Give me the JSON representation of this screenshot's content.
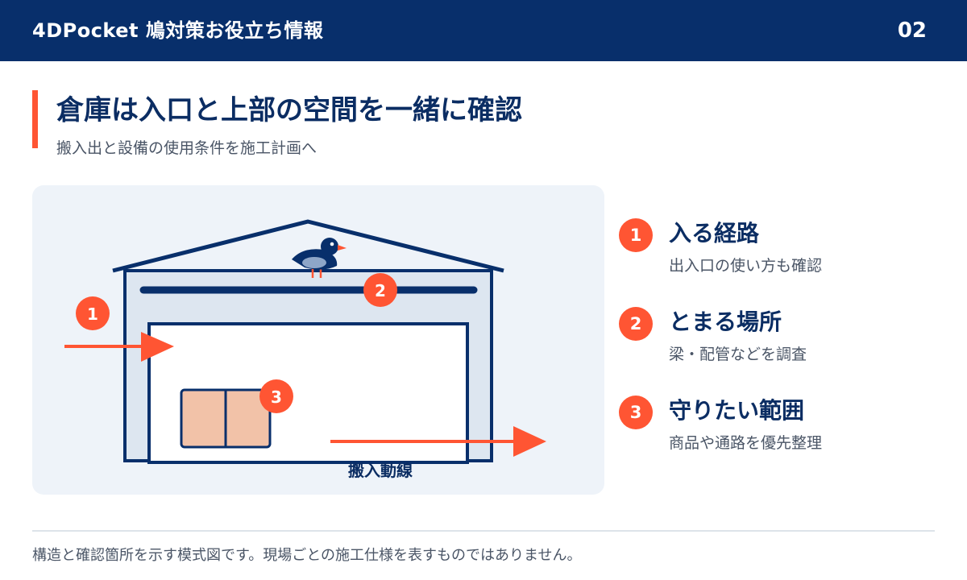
{
  "header": {
    "title": "4DPocket 鳩対策お役立ち情報",
    "page_number": "02"
  },
  "main": {
    "title": "倉庫は入口と上部の空間を一緒に確認",
    "subtitle": "搬入出と設備の使用条件を施工計画へ"
  },
  "diagram": {
    "markers": [
      "1",
      "2",
      "3"
    ],
    "route_label": "搬入動線"
  },
  "legend": [
    {
      "num": "1",
      "title": "入る経路",
      "desc": "出入口の使い方も確認"
    },
    {
      "num": "2",
      "title": "とまる場所",
      "desc": "梁・配管などを調査"
    },
    {
      "num": "3",
      "title": "守りたい範囲",
      "desc": "商品や通路を優先整理"
    }
  ],
  "footer": {
    "note": "構造と確認箇所を示す模式図です。現場ごとの施工仕様を表すものではありません。"
  },
  "colors": {
    "navy": "#082f6b",
    "accent": "#ff5533",
    "panel": "#eef3f9",
    "building_wall": "#dde6f0",
    "cargo": "#f2c2a8",
    "pigeon_body": "#8ea6c8"
  }
}
